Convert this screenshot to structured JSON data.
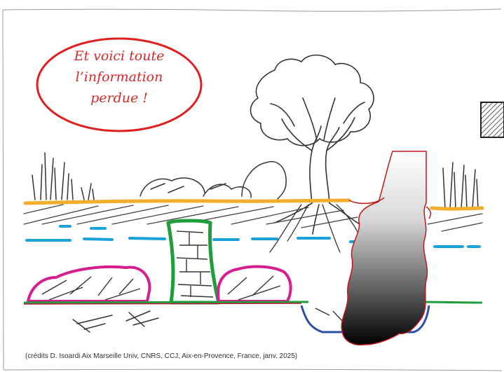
{
  "bubble": {
    "lines": [
      "Et voici toute",
      "l’information",
      "perdue !"
    ]
  },
  "credit": "(crédits D. Isoardi Aix Marseille Univ, CNRS, CCJ, Aix-en-Provence, France, janv. 2025)",
  "colors": {
    "bubble_outline": "#e02020",
    "bubble_text": "#d62a2a",
    "ground_surface": "#f2ad2a",
    "water_table": "#1aa3d9",
    "wall": "#1e9e3a",
    "mounds": "#d61f8f",
    "trench": "#2a4fa8",
    "pit_outline": "#c01818",
    "base_line": "#1e9e3a",
    "lower_line": "#c0183a"
  },
  "icons": [
    "tree-icon",
    "grass-icon",
    "stones-icon",
    "hatched-square-icon"
  ]
}
